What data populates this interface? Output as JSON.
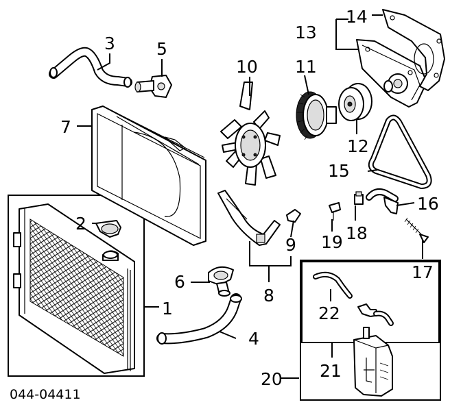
{
  "diagram": {
    "diagram_code": "044-04411",
    "callouts": [
      "1",
      "2",
      "3",
      "4",
      "5",
      "6",
      "7",
      "8",
      "9",
      "10",
      "11",
      "12",
      "13",
      "14",
      "15",
      "16",
      "17",
      "18",
      "19",
      "20",
      "21",
      "22"
    ]
  }
}
